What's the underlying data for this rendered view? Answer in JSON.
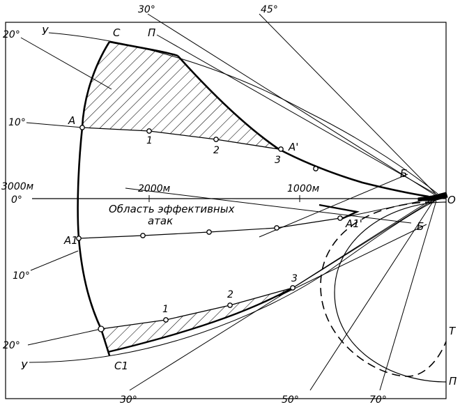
{
  "labels": {
    "c": "C",
    "c1": "C1",
    "a": "A",
    "a1": "A1",
    "a_prime": "A'",
    "a1_prime": "A1'",
    "y_top": "У",
    "y_bottom": "У",
    "p_top": "П",
    "p_bottom": "П",
    "b_top": "Б",
    "b_bottom": "Б",
    "t": "Т",
    "o": "O"
  },
  "angles": {
    "top_30": "30°",
    "top_45": "45°",
    "left_20_top": "20°",
    "left_10_top": "10°",
    "left_0": "0°",
    "left_10_bottom": "10°",
    "left_20_bottom": "20°",
    "bottom_30": "30°",
    "bottom_50": "50°",
    "bottom_70": "70°"
  },
  "distances": {
    "d3000": "3000м",
    "d2000": "2000м",
    "d1000": "1000м"
  },
  "area_caption": {
    "line1": "Область эффективных",
    "line2": "атак"
  },
  "point_numbers": {
    "top_1": "1",
    "top_2": "2",
    "top_3": "3",
    "bottom_1": "1",
    "bottom_2": "2",
    "bottom_3": "3"
  }
}
